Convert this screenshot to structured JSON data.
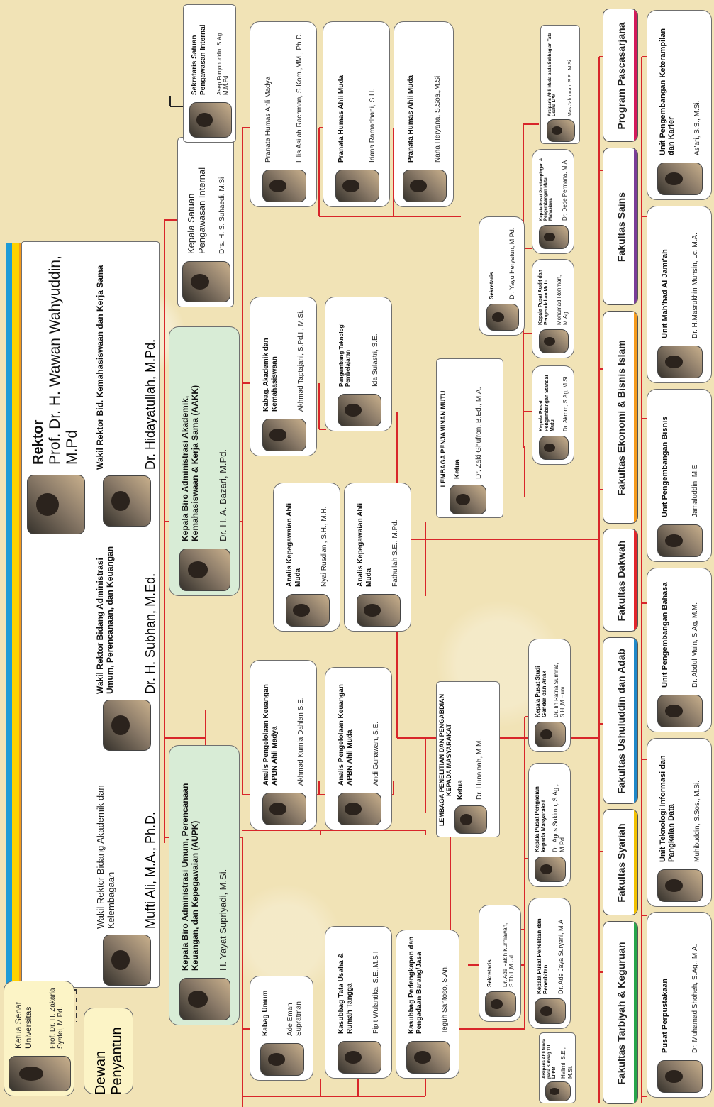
{
  "rektor": {
    "title": "Rektor",
    "name": "Prof. Dr. H. Wawan Wahyuddin, M.Pd"
  },
  "wakil_1": {
    "title": "Wakil Rektor Bidang Akademik dan Kelembagaan",
    "name": "Mufti Ali, M.A., Ph.D."
  },
  "wakil_2": {
    "title": "Wakil Rektor Bidang Administrasi Umum, Perencanaan, dan Keuangan",
    "name": "Dr. H. Subhan, M.Ed."
  },
  "wakil_3": {
    "title": "Wakil Rektor Bid. Kemahasiswaan dan Kerja Sama",
    "name": "Dr. Hidayatullah, M.Pd."
  },
  "senat": {
    "title": "Ketua Senat Universitas",
    "name": "Prof. Dr. H. Zakaria Syafei, M.Pd."
  },
  "dewan": {
    "title": "Dewan Penyantun"
  },
  "spi": {
    "title": "Kepala Satuan Pengawasan Internal",
    "name": "Drs. H. S. Suhaedi, M.Si"
  },
  "spi_sek": {
    "title": "Sekretaris Satuan Pengawasan Internal",
    "name": "Asep Furqonuddin, S.Ag., M.M.Pd."
  },
  "aupk": {
    "title": "Kepala Biro Administrasi Umum, Perencanaan Keuangan, dan Kepegawaian (AUPK)",
    "name": "H. Yayat Supriyadi, M.Si."
  },
  "aakk": {
    "title": "Kepala Biro Administrasi Akademik, Kemahasiswaan & Kerja Sama (AAKK)",
    "name": "Dr. H. A. Bazari, M.Pd."
  },
  "kabag_umum": {
    "title": "Kabag Umum",
    "name": "Ade Eman Supratman"
  },
  "kasubbag_tu": {
    "title": "Kasubbag Tata Usaha & Rumah Tangga",
    "name": "Pipit Wulantika, S.E.,M.S.I"
  },
  "kasubbag_pbj": {
    "title": "Kasubbag Perlengkapan dan Pengadaan Barang/Jasa",
    "name": "Teguh Santoso, S.An."
  },
  "apbn_madya": {
    "title": "Analis Pengelolaan Keuangan APBN Ahli Madya",
    "name": "Akhmad Kurnia Dahlan S.E."
  },
  "apbn_muda": {
    "title": "Analis Pengelolaan Keuangan APBN Ahli Muda",
    "name": "Andi Gunawan, S.E."
  },
  "analis_kep_1": {
    "title": "Analis Kepegawaian Ahli Muda",
    "name": "Nyai Rusdiani, S.H., M.H."
  },
  "analis_kep_2": {
    "title": "Analis Kepegawaian Ahli Muda",
    "name": "Fathullah S.E., M.Pd."
  },
  "kabag_akademik": {
    "title": "Kabag. Akademik dan Kemahasiswaan",
    "name": "Akhmad Taptajani, S.Pd.I., M.Si."
  },
  "ptp": {
    "title": "Pengembang Teknologi Pembelajaran",
    "name": "Ida Sulastri, S.E."
  },
  "humas_1": {
    "title": "Pranata Humas Ahli Madya",
    "name": "Lilis Asilah Rachman, S.Kom.,MM., Ph.D."
  },
  "humas_2": {
    "title": "Pranata Humas Ahli Muda",
    "name": "Iriana Ramadhani, S.H."
  },
  "humas_3": {
    "title": "Pranata Humas Ahli Muda",
    "name": "Nana Heryana, S.Sos.,M.Si"
  },
  "lppm": {
    "title": "LEMBAGA PENELITIAN DAN PENGABDIAN KEPADA MASYARAKAT"
  },
  "lppm_ketua": {
    "title": "Ketua",
    "name": "Dr. Hunainah, M.M."
  },
  "lppm_sek": {
    "title": "Sekretaris",
    "name": "Dr. Ade Fakih Kurniawan, S.Th.I.,M.Ud."
  },
  "lppm_p1": {
    "title": "Kepala Pusat Penelitian dan Penerbitan",
    "name": "Dr. Ade Jaya Suryani, M.A"
  },
  "lppm_p2": {
    "title": "Kepala Pusat Pengadian kepada Masyarakat",
    "name": "Dr. Agus Sukimo, S.Ag., M.Pd."
  },
  "lppm_p3": {
    "title": "Kepala Pusat Studi Gender dan Anak",
    "name": "Dr. Iin Ratna Sumirat, S.H.,M.Hum"
  },
  "lppm_tu": {
    "title": "Arsiparis Ahli Muda pada Subbag TU LPPM",
    "name": "Halimi, S.E., M.Si."
  },
  "lpm": {
    "title": "LEMBAGA PENJAMINAN MUTU"
  },
  "lpm_ketua": {
    "title": "Ketua",
    "name": "Dr. Zaki Ghufron, B.Ed., M.A."
  },
  "lpm_sek": {
    "title": "Sekretaris",
    "name": "Dr. Yayu Heryatun, M.Pd."
  },
  "lpm_p1": {
    "title": "Kepala Pusat Pengembangan Standar Mutu",
    "name": "Dr. Akrom, S.Ag, M.Si."
  },
  "lpm_p2": {
    "title": "Kepala Pusat Audit dan Pengendalian Mutu",
    "name": "Mohamad Rohman, M.Ag."
  },
  "lpm_p3": {
    "title": "Kepala Pusat Pendampingan & Pengembangan Mutu Mahasiswa",
    "name": "Dr. Dede Permana, M.A"
  },
  "lpm_tu": {
    "title": "Arsiparis Ahli Muda pada Subbagian Tata Usaha LPM",
    "name": "Mas Jahronah, S.E., M.Si."
  },
  "faculties": [
    "Fakultas Tarbiyah & Keguruan",
    "Fakultas Syariah",
    "Fakultas Ushuluddin dan Adab",
    "Fakultas Dakwah",
    "Fakultas Ekonomi & Bisnis Islam",
    "Fakultas Sains",
    "Program Pascasarjana"
  ],
  "units": [
    {
      "title": "Pusat Perpustakaan",
      "name": "Dr. Muhamad Shoheh, S.Ag., M.A."
    },
    {
      "title": "Unit Teknologi Informasi dan Pangkalan Data",
      "name": "Muhibuddin, S.Sos., M.Si."
    },
    {
      "title": "Unit Pengembangan Bahasa",
      "name": "Dr. Abdul Muin, S.Ag, M.M."
    },
    {
      "title": "Unit Pengembangan Bisnis",
      "name": "Jamaluddin, M.E"
    },
    {
      "title": "Unit Mah'had Al Jami'ah",
      "name": "Dr. H.Masrukhin Muhsin, Lc, M.A."
    },
    {
      "title": "Unit Pengembangan Keterampilan dan Karier",
      "name": "As'ari, S.S., M.Si."
    }
  ],
  "colors": {
    "connector": "#d8262a",
    "rector_stripes": [
      "#1e9bd7",
      "#ffd200",
      "#f59a1b"
    ],
    "faculty_accents": [
      "#27a54a",
      "#f2c100",
      "#1e88c8",
      "#e2252b",
      "#f59a1b",
      "#7a3d97",
      "#d31a5a"
    ]
  }
}
